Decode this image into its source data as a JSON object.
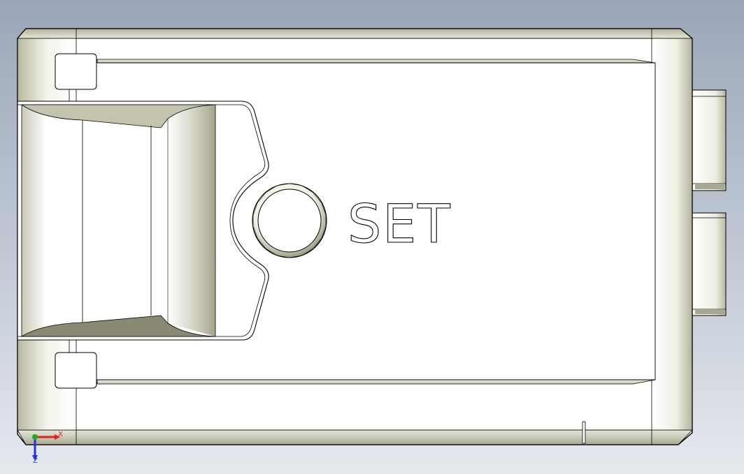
{
  "viewport": {
    "engraved_text": "SET"
  },
  "triad": {
    "x_label": "X",
    "z_label": "Z"
  },
  "colors": {
    "background_top": "#9aa6b8",
    "background_bottom": "#e6e9ee",
    "part_face": "#ffffff",
    "part_shade": "#c8c8b4",
    "edge": "#000000",
    "axis_x": "#dd2222",
    "axis_y": "#22aa22",
    "axis_z": "#2233dd"
  }
}
